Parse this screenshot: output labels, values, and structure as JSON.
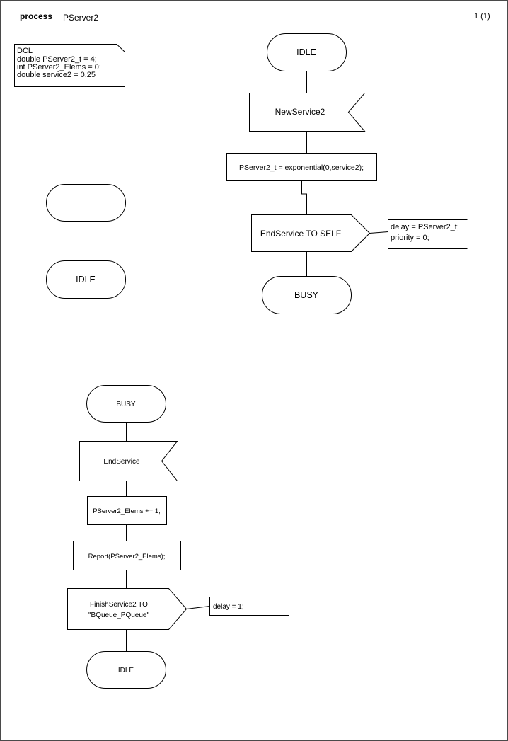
{
  "header": {
    "kind": "process",
    "name": "PServer2",
    "page": "1 (1)"
  },
  "declarations": [
    "DCL",
    "double PServer2_t = 4;",
    "int PServer2_Elems = 0;",
    "double service2 = 0.25"
  ],
  "flow_top": {
    "state_start": "IDLE",
    "input": "NewService2",
    "task": "PServer2_t = exponential(0,service2);",
    "output": "EndService TO SELF",
    "comment_line1": "delay = PServer2_t;",
    "comment_line2": "priority = 0;",
    "state_end": "BUSY"
  },
  "flow_start": {
    "state": "IDLE"
  },
  "flow_bottom": {
    "state_start": "BUSY",
    "input": "EndService",
    "task": "PServer2_Elems += 1;",
    "procedure": "Report(PServer2_Elems);",
    "output_line1": "FinishService2 TO",
    "output_line2": "\"BQueue_PQueue\"",
    "comment": "delay = 1;",
    "state_end": "IDLE"
  },
  "colors": {
    "stroke": "#000000",
    "page_border": "#4a4a4a",
    "background": "#ffffff"
  }
}
